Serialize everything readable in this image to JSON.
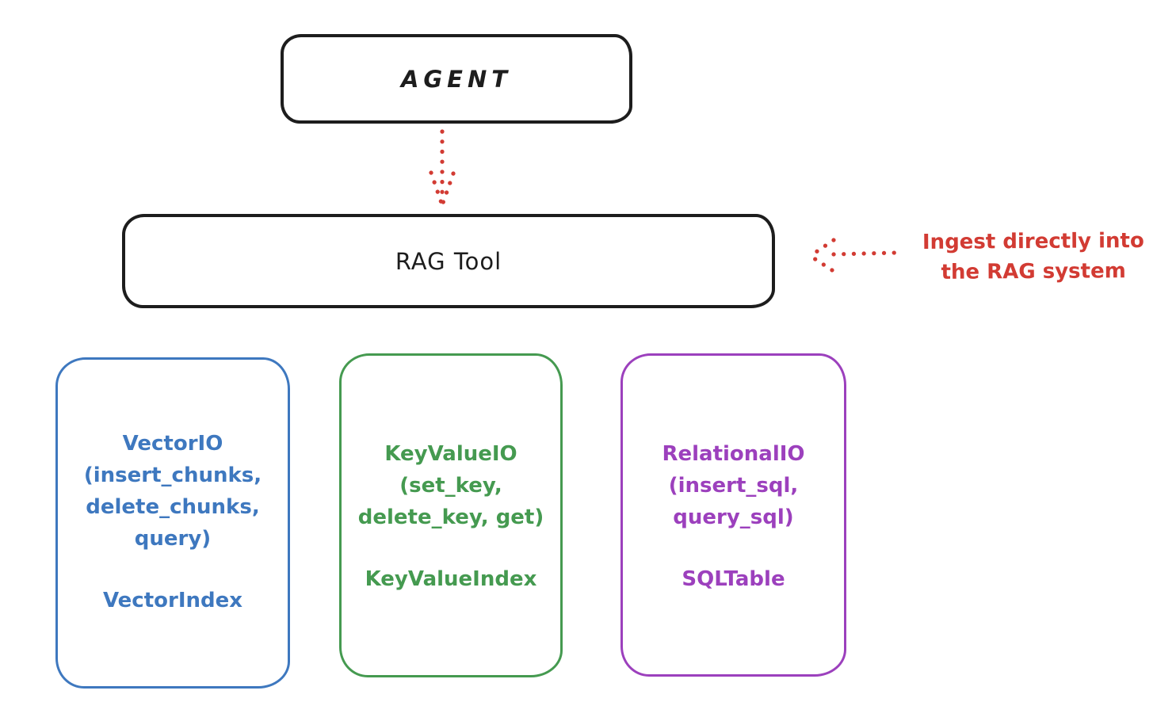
{
  "colors": {
    "black": "#1d1d1d",
    "red": "#d23b33",
    "blue": "#3e78bf",
    "green": "#459a50",
    "purple": "#9c40bd"
  },
  "agent": {
    "label": "AGENT"
  },
  "rag_tool": {
    "label": "RAG Tool"
  },
  "annotation": {
    "line1": "Ingest directly into",
    "line2": "the RAG system"
  },
  "io_boxes": [
    {
      "id": "vector-io",
      "color": "#3e78bf",
      "lines": [
        "VectorIO",
        "(insert_chunks,",
        "delete_chunks,",
        "query)"
      ],
      "index_label": "VectorIndex"
    },
    {
      "id": "keyvalue-io",
      "color": "#459a50",
      "lines": [
        "KeyValueIO",
        "(set_key,",
        "delete_key, get)"
      ],
      "index_label": "KeyValueIndex"
    },
    {
      "id": "relational-io",
      "color": "#9c40bd",
      "lines": [
        "RelationalIO",
        "(insert_sql,",
        "query_sql)"
      ],
      "index_label": "SQLTable"
    }
  ]
}
